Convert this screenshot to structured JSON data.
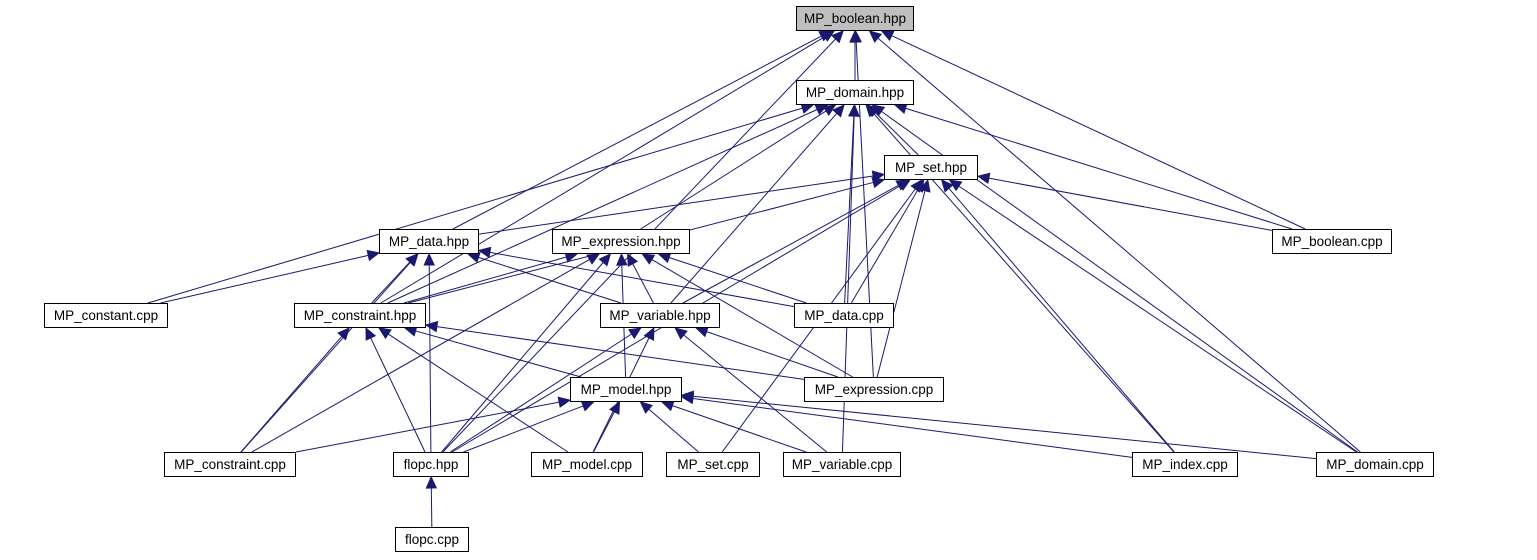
{
  "graph": {
    "colors": {
      "edge": "#191970",
      "node_border": "#000000",
      "node_fill": "#ffffff",
      "current_fill": "#bfbfbf"
    },
    "nodes": [
      {
        "id": "boolean_hpp",
        "label": "MP_boolean.hpp",
        "current": true
      },
      {
        "id": "domain_hpp",
        "label": "MP_domain.hpp"
      },
      {
        "id": "set_hpp",
        "label": "MP_set.hpp"
      },
      {
        "id": "data_hpp",
        "label": "MP_data.hpp"
      },
      {
        "id": "expression_hpp",
        "label": "MP_expression.hpp"
      },
      {
        "id": "boolean_cpp",
        "label": "MP_boolean.cpp"
      },
      {
        "id": "constant_cpp",
        "label": "MP_constant.cpp"
      },
      {
        "id": "constraint_hpp",
        "label": "MP_constraint.hpp"
      },
      {
        "id": "variable_hpp",
        "label": "MP_variable.hpp"
      },
      {
        "id": "data_cpp",
        "label": "MP_data.cpp"
      },
      {
        "id": "model_hpp",
        "label": "MP_model.hpp"
      },
      {
        "id": "expression_cpp",
        "label": "MP_expression.cpp"
      },
      {
        "id": "constraint_cpp",
        "label": "MP_constraint.cpp"
      },
      {
        "id": "flopc_hpp",
        "label": "flopc.hpp"
      },
      {
        "id": "model_cpp",
        "label": "MP_model.cpp"
      },
      {
        "id": "set_cpp",
        "label": "MP_set.cpp"
      },
      {
        "id": "variable_cpp",
        "label": "MP_variable.cpp"
      },
      {
        "id": "index_cpp",
        "label": "MP_index.cpp"
      },
      {
        "id": "domain_cpp",
        "label": "MP_domain.cpp"
      },
      {
        "id": "flopc_cpp",
        "label": "flopc.cpp"
      }
    ],
    "edges": [
      [
        "domain_hpp",
        "boolean_hpp"
      ],
      [
        "boolean_cpp",
        "boolean_hpp"
      ],
      [
        "domain_cpp",
        "boolean_hpp"
      ],
      [
        "expression_cpp",
        "boolean_hpp"
      ],
      [
        "flopc_hpp",
        "boolean_hpp"
      ],
      [
        "constraint_hpp",
        "boolean_hpp"
      ],
      [
        "data_hpp",
        "boolean_hpp"
      ],
      [
        "set_hpp",
        "domain_hpp"
      ],
      [
        "expression_hpp",
        "domain_hpp"
      ],
      [
        "constant_cpp",
        "domain_hpp"
      ],
      [
        "constraint_hpp",
        "domain_hpp"
      ],
      [
        "variable_hpp",
        "domain_hpp"
      ],
      [
        "data_cpp",
        "domain_hpp"
      ],
      [
        "boolean_cpp",
        "domain_hpp"
      ],
      [
        "domain_cpp",
        "domain_hpp"
      ],
      [
        "index_cpp",
        "domain_hpp"
      ],
      [
        "variable_cpp",
        "domain_hpp"
      ],
      [
        "data_hpp",
        "set_hpp"
      ],
      [
        "constraint_hpp",
        "set_hpp"
      ],
      [
        "variable_hpp",
        "set_hpp"
      ],
      [
        "data_cpp",
        "set_hpp"
      ],
      [
        "expression_cpp",
        "set_hpp"
      ],
      [
        "boolean_cpp",
        "set_hpp"
      ],
      [
        "flopc_hpp",
        "set_hpp"
      ],
      [
        "set_cpp",
        "set_hpp"
      ],
      [
        "index_cpp",
        "set_hpp"
      ],
      [
        "domain_cpp",
        "set_hpp"
      ],
      [
        "constant_cpp",
        "data_hpp"
      ],
      [
        "constraint_hpp",
        "data_hpp"
      ],
      [
        "variable_hpp",
        "data_hpp"
      ],
      [
        "data_cpp",
        "data_hpp"
      ],
      [
        "constraint_cpp",
        "data_hpp"
      ],
      [
        "flopc_hpp",
        "data_hpp"
      ],
      [
        "constraint_hpp",
        "expression_hpp"
      ],
      [
        "variable_hpp",
        "expression_hpp"
      ],
      [
        "data_cpp",
        "expression_hpp"
      ],
      [
        "expression_cpp",
        "expression_hpp"
      ],
      [
        "model_hpp",
        "expression_hpp"
      ],
      [
        "constraint_cpp",
        "expression_hpp"
      ],
      [
        "flopc_hpp",
        "expression_hpp"
      ],
      [
        "model_hpp",
        "constraint_hpp"
      ],
      [
        "constraint_cpp",
        "constraint_hpp"
      ],
      [
        "flopc_hpp",
        "constraint_hpp"
      ],
      [
        "model_cpp",
        "constraint_hpp"
      ],
      [
        "expression_cpp",
        "constraint_hpp"
      ],
      [
        "expression_cpp",
        "variable_hpp"
      ],
      [
        "flopc_hpp",
        "variable_hpp"
      ],
      [
        "variable_cpp",
        "variable_hpp"
      ],
      [
        "model_cpp",
        "variable_hpp"
      ],
      [
        "constraint_cpp",
        "model_hpp"
      ],
      [
        "flopc_hpp",
        "model_hpp"
      ],
      [
        "model_cpp",
        "model_hpp"
      ],
      [
        "set_cpp",
        "model_hpp"
      ],
      [
        "variable_cpp",
        "model_hpp"
      ],
      [
        "index_cpp",
        "model_hpp"
      ],
      [
        "domain_cpp",
        "model_hpp"
      ],
      [
        "flopc_cpp",
        "flopc_hpp"
      ]
    ]
  }
}
